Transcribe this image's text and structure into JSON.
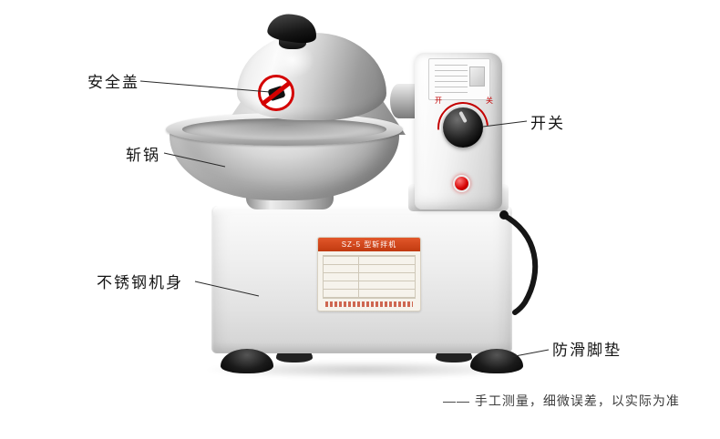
{
  "callouts": {
    "safety_cover": {
      "label": "安全盖"
    },
    "bowl": {
      "label": "斩锅"
    },
    "body": {
      "label": "不锈钢机身"
    },
    "switch": {
      "label": "开关"
    },
    "foot_pad": {
      "label": "防滑脚垫"
    }
  },
  "footnote": "—— 手工测量，细微误差，以实际为准",
  "machine": {
    "nameplate_title": "SZ-5 型斩拌机",
    "switch_on": "开",
    "switch_off": "关"
  },
  "colors": {
    "accent_red": "#d40000",
    "leader_line": "#2a2a2a",
    "background": "#ffffff"
  }
}
